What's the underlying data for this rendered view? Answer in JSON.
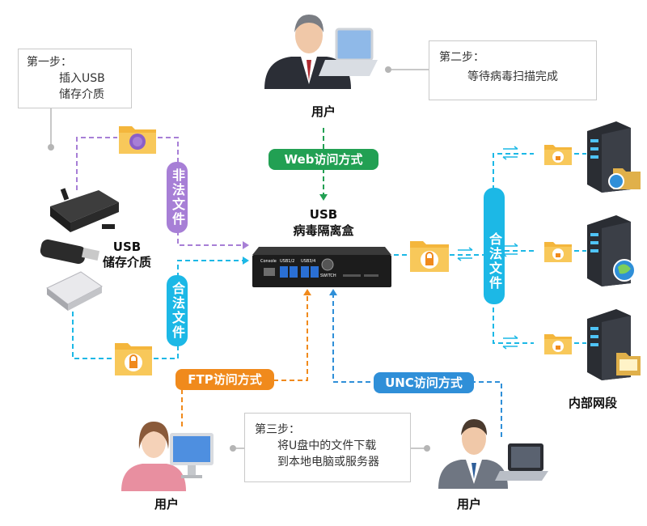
{
  "notes": {
    "step1_title": "第一步：",
    "step1_line1": "插入USB",
    "step1_line2": "储存介质",
    "step2_title": "第二步：",
    "step2_line1": "等待病毒扫描完成",
    "step3_title": "第三步：",
    "step3_line1": "将U盘中的文件下载",
    "step3_line2": "到本地电脑或服务器"
  },
  "labels": {
    "user_top": "用户",
    "user_bottom_left": "用户",
    "user_bottom_right": "用户",
    "usb_storage_line1": "USB",
    "usb_storage_line2": "储存介质",
    "device_line1": "USB",
    "device_line2": "病毒隔离盒",
    "intranet": "内部网段"
  },
  "pills": {
    "web": "Web访问方式",
    "ftp": "FTP访问方式",
    "unc": "UNC访问方式",
    "illegal_file": "非法文件",
    "legal_file_left": "合法文件",
    "legal_file_right": "合法文件"
  },
  "device": {
    "port_console": "Console",
    "port_usb12": "USB1/2",
    "port_usb34": "USB3/4",
    "switch": "SWITCH"
  },
  "colors": {
    "purple": "#a77fd6",
    "cyan": "#1cb8e6",
    "green": "#22a053",
    "orange": "#f08a1c",
    "blue": "#2f8fd8"
  }
}
